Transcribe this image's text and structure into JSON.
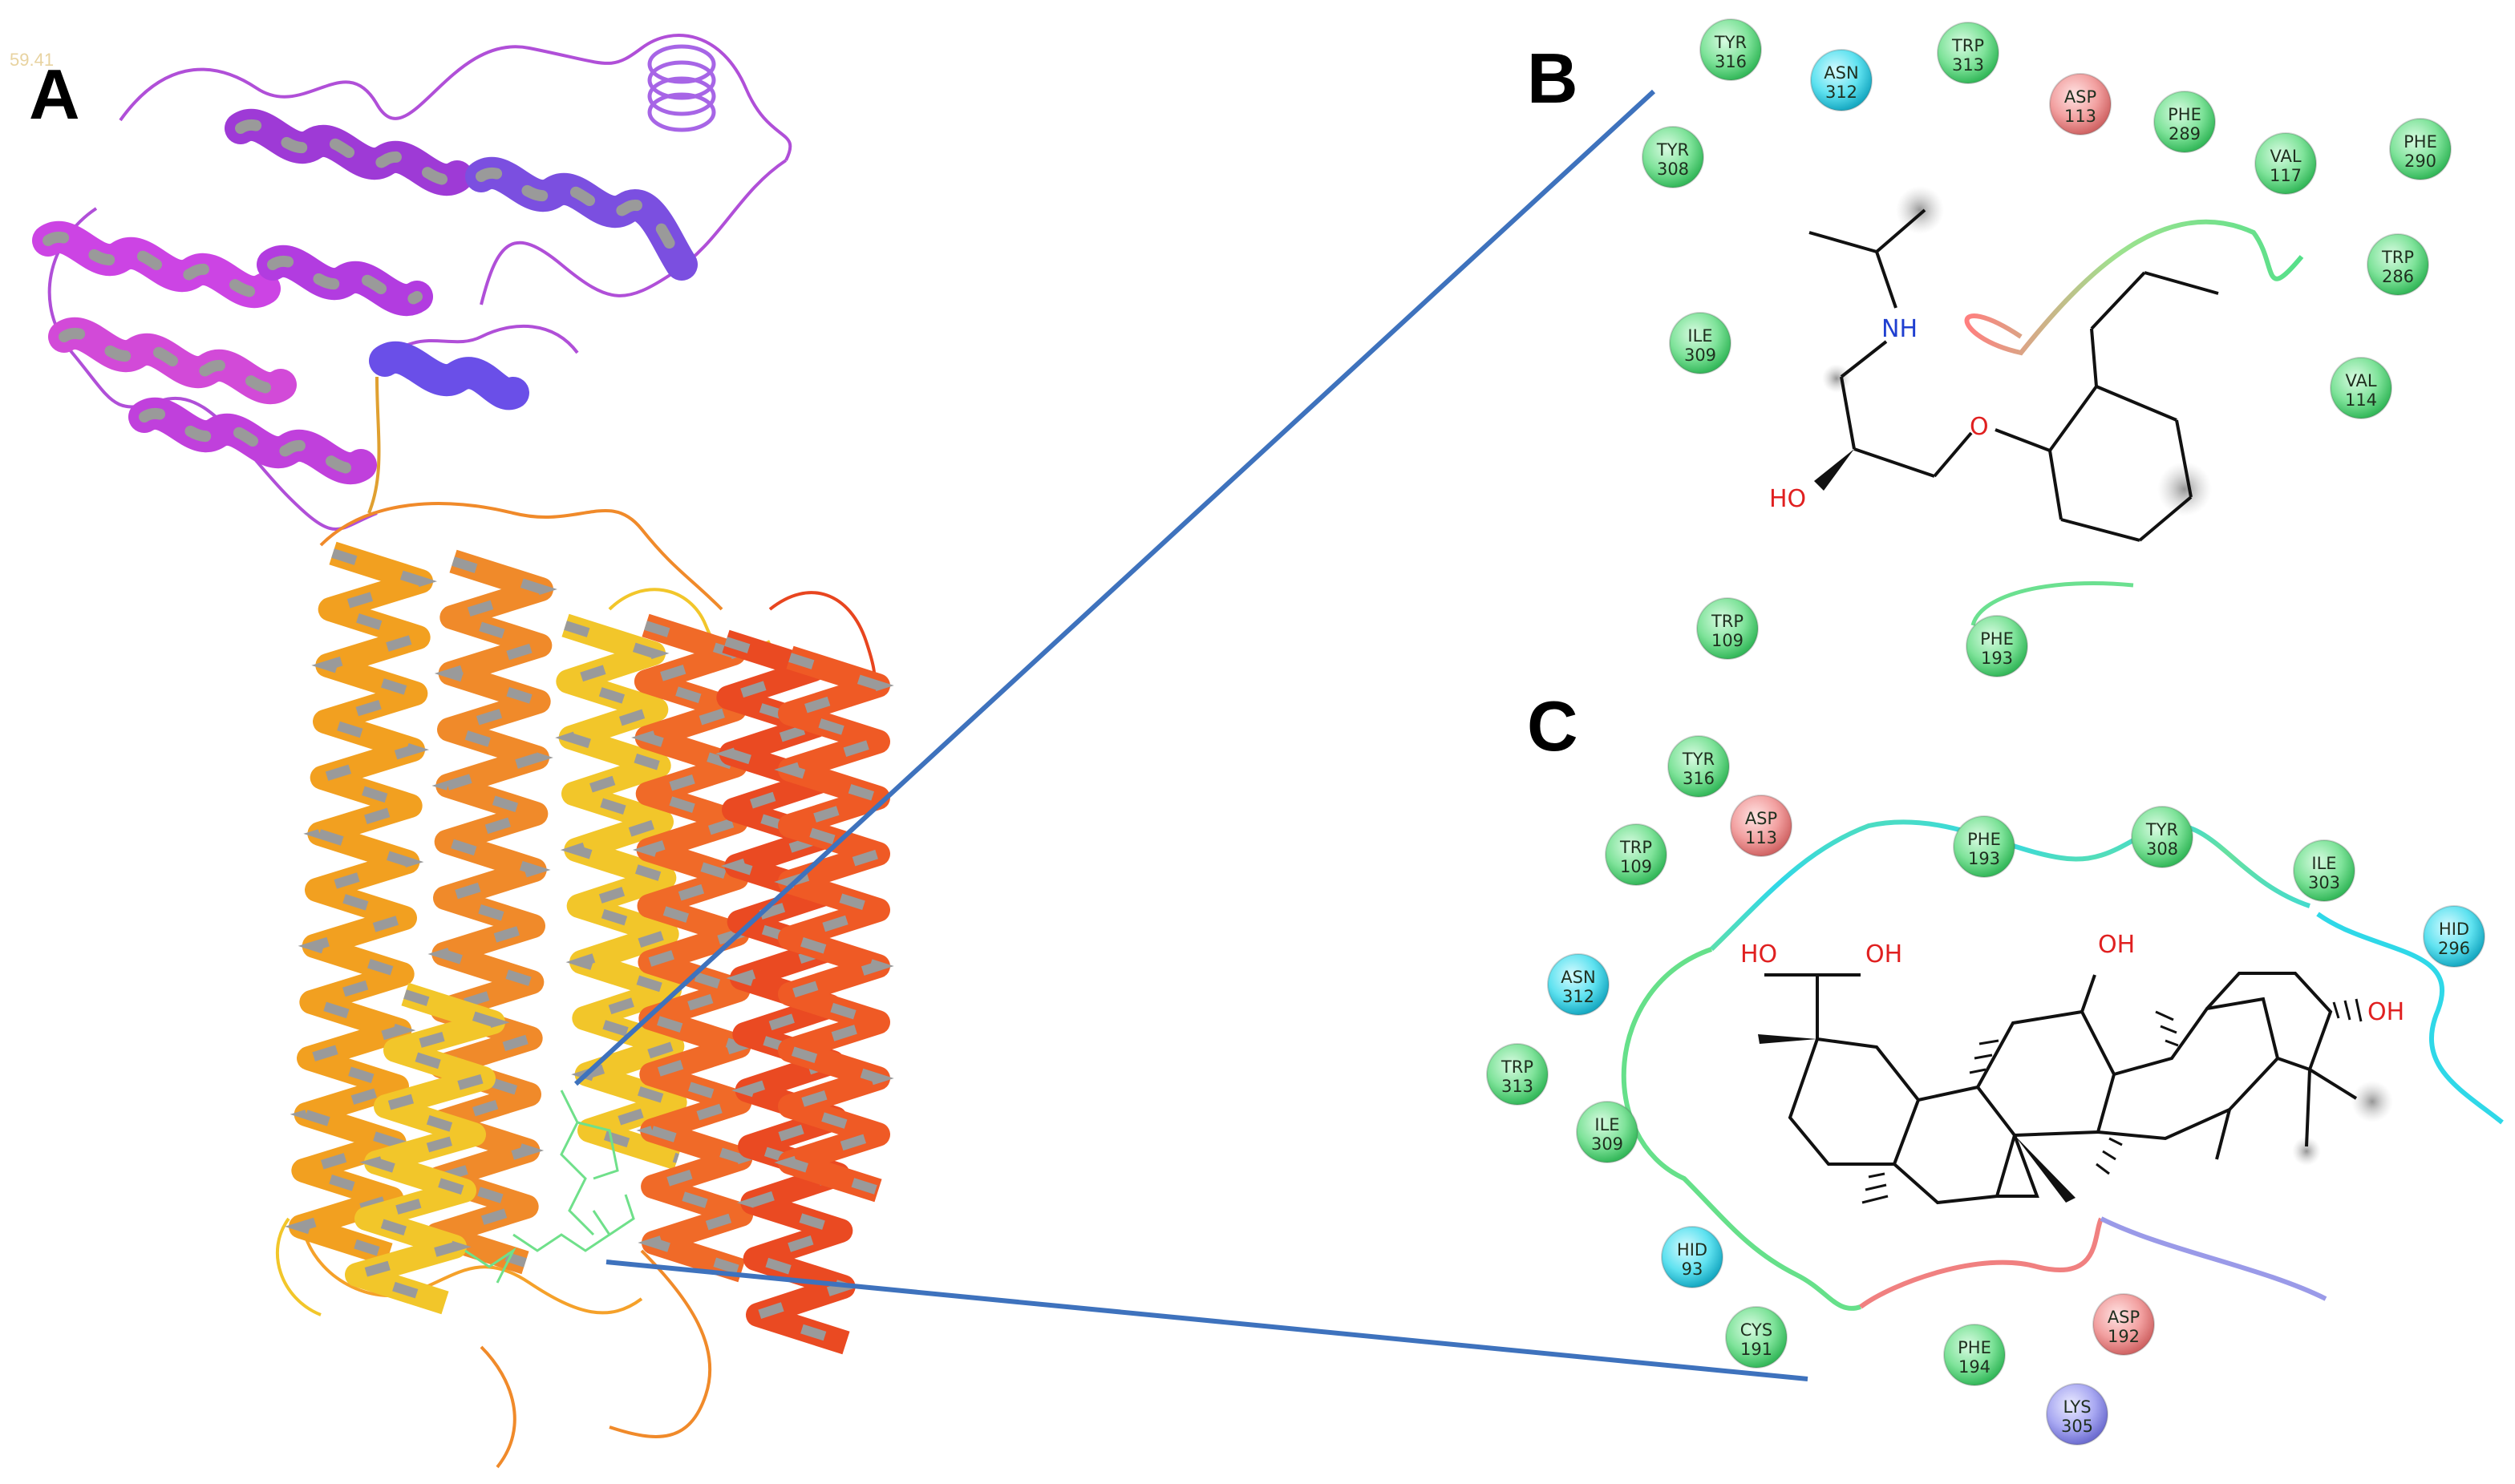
{
  "panels": {
    "a": "A",
    "b": "B",
    "c": "C"
  },
  "corner_value": "59.41",
  "colors": {
    "hydrophobic": "#5fd97f",
    "polar": "#2fd6e8",
    "negative": "#ef8a8a",
    "positive": "#8f8fe8",
    "connector": "#3e72bd"
  },
  "panel_b": {
    "atoms": {
      "nh": "NH",
      "o": "O",
      "ho": "HO"
    },
    "residues": [
      {
        "name": "TYR",
        "num": "316",
        "type": "hydrophobic"
      },
      {
        "name": "ASN",
        "num": "312",
        "type": "polar"
      },
      {
        "name": "TRP",
        "num": "313",
        "type": "hydrophobic"
      },
      {
        "name": "ASP",
        "num": "113",
        "type": "negative"
      },
      {
        "name": "PHE",
        "num": "289",
        "type": "hydrophobic"
      },
      {
        "name": "VAL",
        "num": "117",
        "type": "hydrophobic"
      },
      {
        "name": "PHE",
        "num": "290",
        "type": "hydrophobic"
      },
      {
        "name": "TYR",
        "num": "308",
        "type": "hydrophobic"
      },
      {
        "name": "TRP",
        "num": "286",
        "type": "hydrophobic"
      },
      {
        "name": "ILE",
        "num": "309",
        "type": "hydrophobic"
      },
      {
        "name": "VAL",
        "num": "114",
        "type": "hydrophobic"
      },
      {
        "name": "TRP",
        "num": "109",
        "type": "hydrophobic"
      },
      {
        "name": "PHE",
        "num": "193",
        "type": "hydrophobic"
      }
    ]
  },
  "panel_c": {
    "atoms": {
      "ho1": "HO",
      "oh1": "OH",
      "oh2": "OH",
      "oh3": "OH"
    },
    "residues": [
      {
        "name": "TYR",
        "num": "316",
        "type": "hydrophobic"
      },
      {
        "name": "ASP",
        "num": "113",
        "type": "negative"
      },
      {
        "name": "PHE",
        "num": "193",
        "type": "hydrophobic"
      },
      {
        "name": "TYR",
        "num": "308",
        "type": "hydrophobic"
      },
      {
        "name": "ILE",
        "num": "303",
        "type": "hydrophobic"
      },
      {
        "name": "TRP",
        "num": "109",
        "type": "hydrophobic"
      },
      {
        "name": "HID",
        "num": "296",
        "type": "polar"
      },
      {
        "name": "ASN",
        "num": "312",
        "type": "polar"
      },
      {
        "name": "TRP",
        "num": "313",
        "type": "hydrophobic"
      },
      {
        "name": "ILE",
        "num": "309",
        "type": "hydrophobic"
      },
      {
        "name": "HID",
        "num": "93",
        "type": "polar"
      },
      {
        "name": "CYS",
        "num": "191",
        "type": "hydrophobic"
      },
      {
        "name": "ASP",
        "num": "192",
        "type": "negative"
      },
      {
        "name": "PHE",
        "num": "194",
        "type": "hydrophobic"
      },
      {
        "name": "LYS",
        "num": "305",
        "type": "positive"
      }
    ]
  }
}
